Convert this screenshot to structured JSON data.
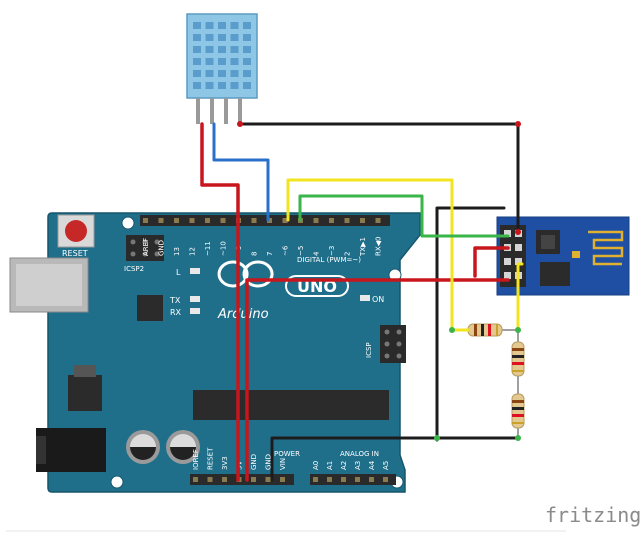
{
  "board": {
    "logo_text": "UNO",
    "brand_text": "Arduino",
    "reset_label": "RESET",
    "icsp2_label": "ICSP2",
    "icsp_label": "ICSP",
    "on_label": "ON",
    "led_l": "L",
    "led_tx": "TX",
    "led_rx": "RX",
    "digital_label": "DIGITAL (PWM=~)",
    "power_label": "POWER",
    "analog_label": "ANALOG IN",
    "digital_pins": [
      "AREF",
      "GND",
      "13",
      "12",
      "~11",
      "~10",
      "~9",
      "8",
      "7",
      "~6",
      "~5",
      "4",
      "~3",
      "2",
      "TX▶1",
      "RX◀0"
    ],
    "power_pins": [
      "IOREF",
      "RESET",
      "3V3",
      "5V",
      "GND",
      "GND",
      "VIN"
    ],
    "analog_pins": [
      "A0",
      "A1",
      "A2",
      "A3",
      "A4",
      "A5"
    ]
  },
  "watermark": "fritzing",
  "colors": {
    "board": "#1f6f8b",
    "sensor": "#8ec6e6",
    "module": "#1e4fa3",
    "wire_red": "#c8161d",
    "wire_black": "#1c1c1c",
    "wire_blue": "#2a6fc9",
    "wire_yellow": "#f2e41f",
    "wire_green": "#3ab54a"
  }
}
